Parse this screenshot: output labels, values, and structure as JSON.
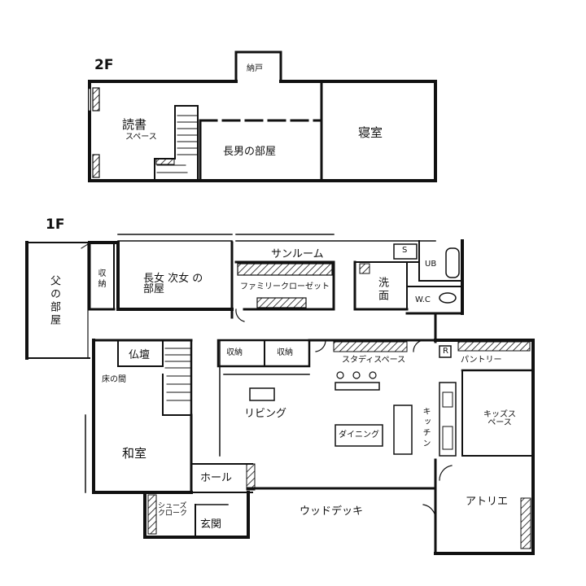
{
  "floors": {
    "second": {
      "label": "2F",
      "rooms": {
        "storage": "納戸",
        "reading": "読書",
        "reading_sub": "スペース",
        "eldest_son": "長男の部屋",
        "bedroom": "寝室"
      }
    },
    "first": {
      "label": "1F",
      "rooms": {
        "father": "父の部屋",
        "closet_small": "収納",
        "daughters": "長女 次女 の部屋",
        "sunroom": "サンルーム",
        "family_closet": "ファミリークローゼット",
        "washroom": "洗面",
        "bath": "UB",
        "toilet": "W.C",
        "altar": "仏壇",
        "alcove": "床の間",
        "storage_a": "収納",
        "storage_b": "収納",
        "study_space": "スタディスペース",
        "pantry": "パントリー",
        "living": "リビング",
        "dining": "ダイニング",
        "kitchen": "キッチン",
        "kids_space": "キッズスペース",
        "japanese_room": "和室",
        "hall": "ホール",
        "shoe_cloak": "シューズ クローク",
        "entrance": "玄関",
        "wood_deck": "ウッドデッキ",
        "atelier": "アトリエ",
        "sink_mark": "S",
        "fridge_mark": "R"
      }
    }
  }
}
